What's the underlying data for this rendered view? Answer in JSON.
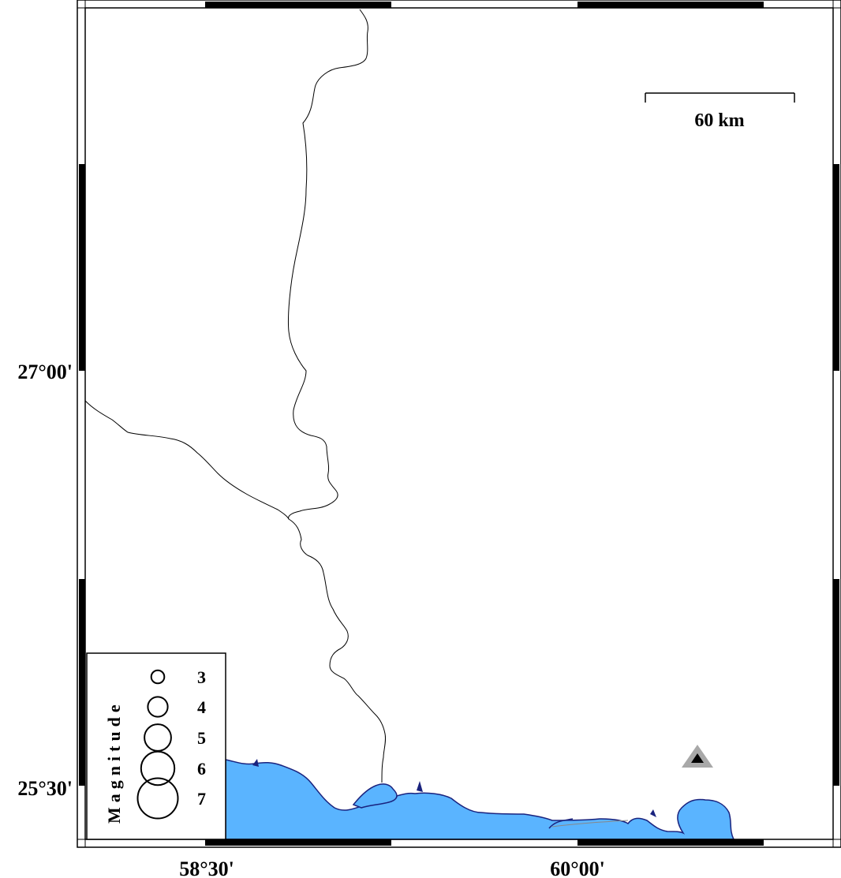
{
  "map": {
    "colors": {
      "sea": "#5ab4ff",
      "coast": "#1a237e",
      "border": "#000000",
      "frame": "#000000",
      "station_outer": "#a8a8a8",
      "station_inner": "#000000"
    },
    "lon_labels": [
      "58°30'",
      "60°00'"
    ],
    "lat_labels": [
      "27°00'",
      "25°30'"
    ],
    "scale_bar": {
      "label": "60 km"
    },
    "legend": {
      "title": "Magnitude",
      "items": [
        {
          "label": "3",
          "magnitude": 3
        },
        {
          "label": "4",
          "magnitude": 4
        },
        {
          "label": "5",
          "magnitude": 5
        },
        {
          "label": "6",
          "magnitude": 6
        },
        {
          "label": "7",
          "magnitude": 7
        }
      ]
    },
    "station": {
      "symbol": "triangle-icon"
    }
  }
}
